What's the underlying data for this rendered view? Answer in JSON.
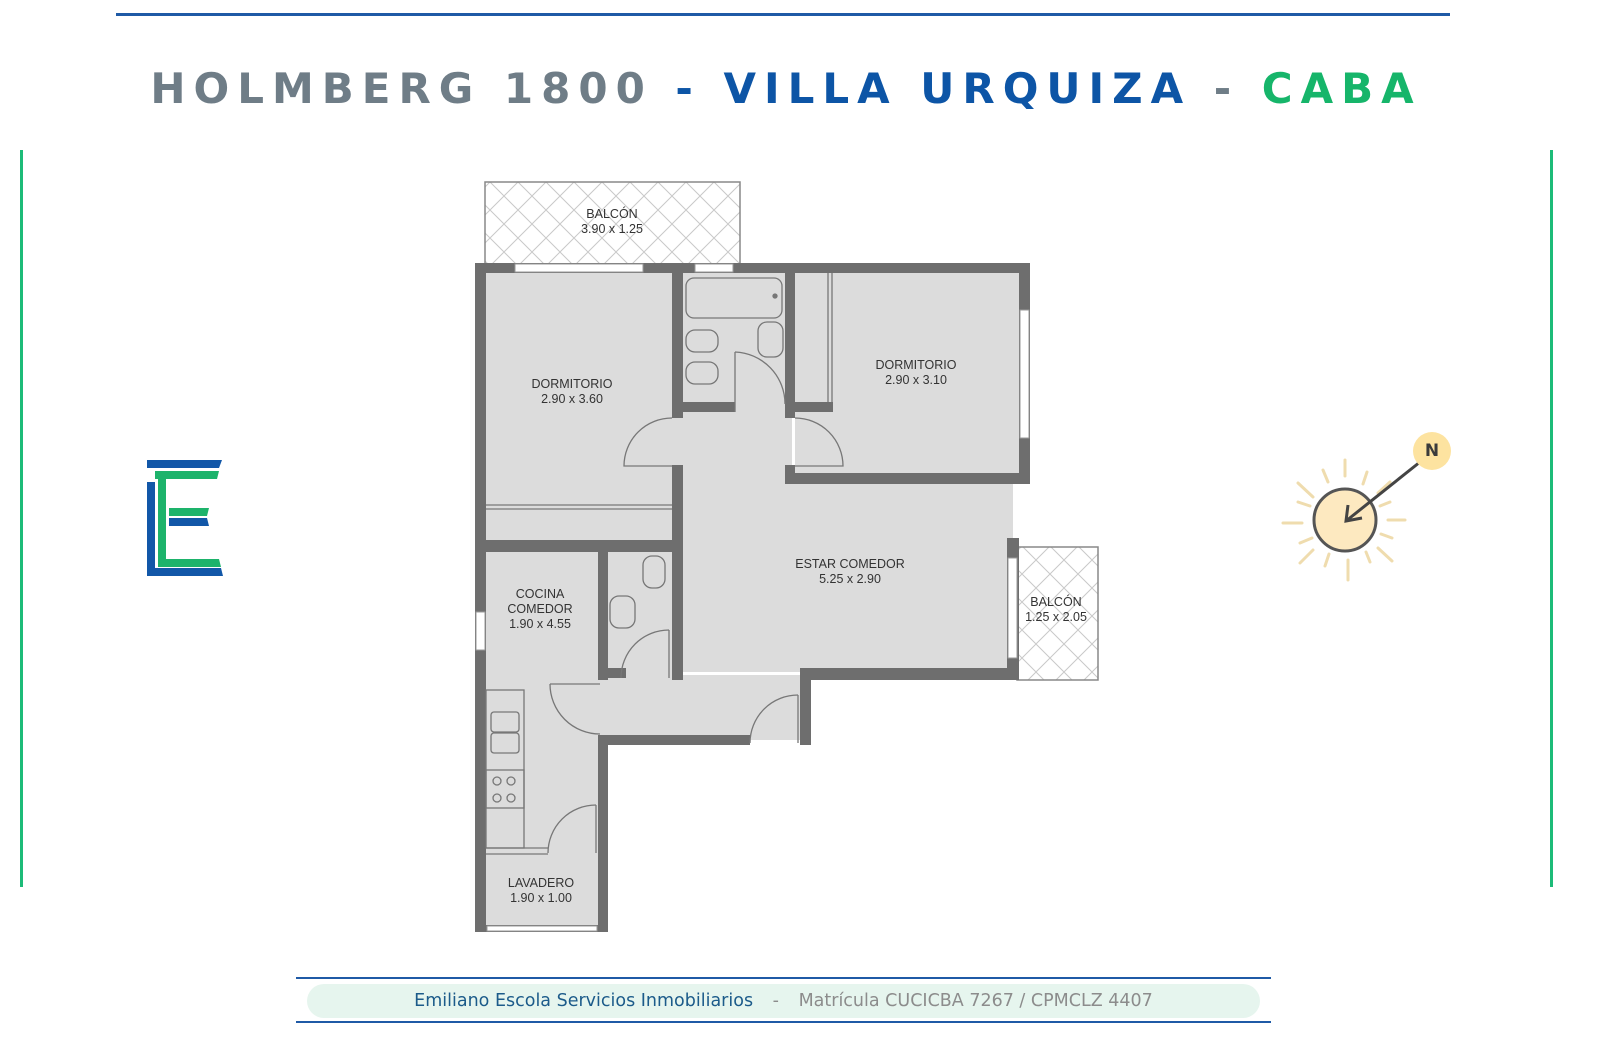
{
  "title": {
    "address": "HOLMBERG 1800",
    "separator": "-",
    "neighborhood": "VILLA URQUIZA",
    "city": "CABA"
  },
  "rooms": {
    "balcony_top": {
      "name": "BALCÓN",
      "size": "3.90 x 1.25"
    },
    "bedroom_1": {
      "name": "DORMITORIO",
      "size": "2.90 x 3.60"
    },
    "bedroom_2": {
      "name": "DORMITORIO",
      "size": "2.90 x 3.10"
    },
    "living_dining": {
      "name": "ESTAR COMEDOR",
      "size": "5.25 x 2.90"
    },
    "balcony_side": {
      "name": "BALCÓN",
      "size": "1.25 x 2.05"
    },
    "kitchen": {
      "name_line1": "COCINA",
      "name_line2": "COMEDOR",
      "size": "1.90 x 4.55"
    },
    "laundry": {
      "name": "LAVADERO",
      "size": "1.90 x 1.00"
    }
  },
  "compass": {
    "label": "N"
  },
  "footer": {
    "company": "Emiliano Escola Servicios Inmobiliarios",
    "separator": "-",
    "license": "Matrícula CUCICBA 7267 / CPMCLZ 4407"
  },
  "logo": {
    "letter": "E"
  },
  "colors": {
    "brand_blue": "#0d55a6",
    "brand_green": "#16b56a",
    "title_gray": "#6f7d87",
    "wall": "#6e6e6e",
    "floor": "#dcdcdc",
    "sun": "#fde9c0"
  }
}
